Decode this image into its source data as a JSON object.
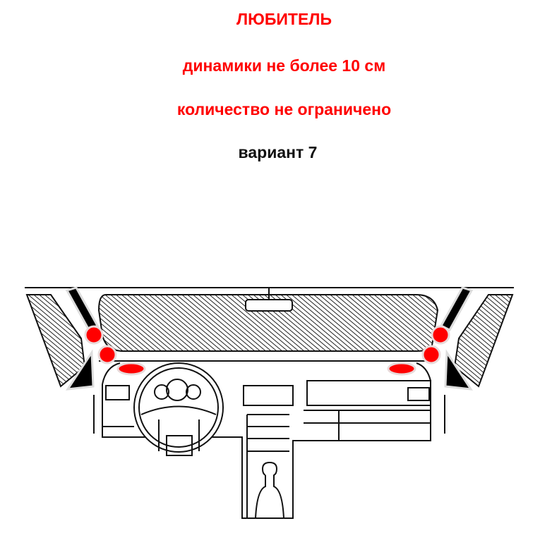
{
  "title": "ЛЮБИТЕЛЬ",
  "line2": "динамики не более 10 см",
  "line3": "количество не ограничено",
  "variant": "вариант 7",
  "colors": {
    "accent": "#ff0000",
    "text": "#111111"
  }
}
